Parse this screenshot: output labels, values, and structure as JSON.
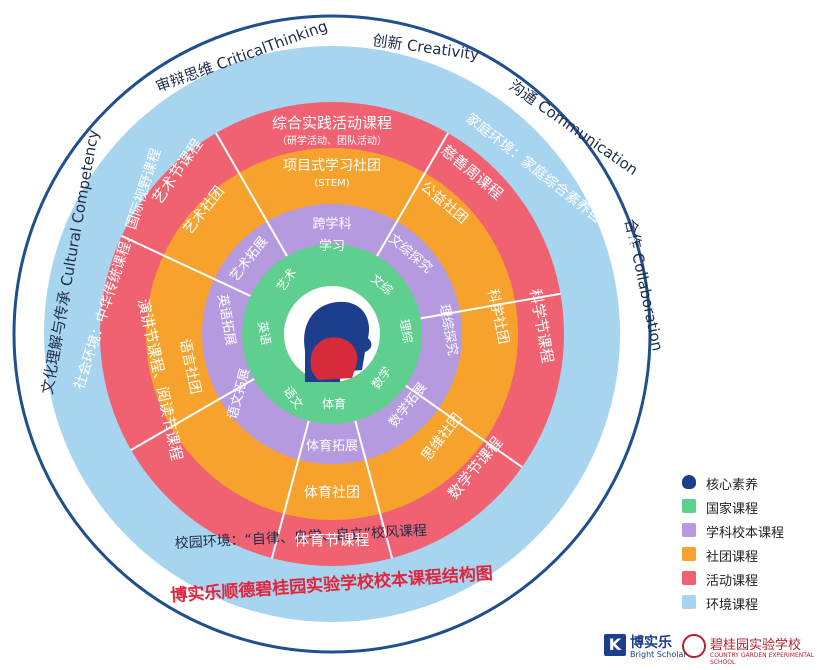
{
  "colors": {
    "outer_ring": "#ffffff",
    "env_ring": "#a7d4ef",
    "activity_ring": "#f06272",
    "club_ring": "#f7a22c",
    "school_ring": "#b59ae0",
    "national_ring": "#5fcf8f",
    "core": "#ffffff",
    "title_red": "#e2243c",
    "text_dark": "#1f2d4a"
  },
  "competencies": [
    "文化理解与传承 Cultural Competency",
    "审辩思维 CriticalThinking",
    "创新 Creativity",
    "沟通 Communication",
    "合作 Collaboration"
  ],
  "environment": {
    "family": "家庭环境：家庭综合素养自主课程",
    "society": "社会环境：中华传统课程、国际视野课程",
    "campus": "校园环境：“自律、自学、自立”校风课程"
  },
  "activity_courses": [
    "综合实践活动课程",
    "慈善周课程",
    "科学节课程",
    "数学节课程",
    "体育节课程",
    "演讲节课程、阅读节课程",
    "艺术节课程"
  ],
  "activity_note": "（研学活动、团队活动）",
  "club_courses": [
    "项目式学习社团",
    "公益社团",
    "科学社团",
    "思维社团",
    "体育社团",
    "语言社团",
    "艺术社团"
  ],
  "club_note": "(STEM)",
  "school_courses": [
    "跨学科",
    "学习",
    "文综探究",
    "理综探究",
    "数学拓展",
    "体育拓展",
    "语文拓展",
    "英语拓展",
    "艺术拓展"
  ],
  "national_courses": [
    "文综",
    "理综",
    "数学",
    "体育",
    "语文",
    "英语",
    "艺术"
  ],
  "title": "博实乐顺德碧桂园实验学校校本课程结构图",
  "legend": [
    {
      "label": "核心素养",
      "color": "#1c3e8c"
    },
    {
      "label": "国家课程",
      "color": "#5fcf8f"
    },
    {
      "label": "学科校本课程",
      "color": "#b59ae0"
    },
    {
      "label": "社团课程",
      "color": "#f7a22c"
    },
    {
      "label": "活动课程",
      "color": "#f06272"
    },
    {
      "label": "环境课程",
      "color": "#a7d4ef"
    }
  ],
  "logos": {
    "brand_mark": "K",
    "brand_cn": "博实乐",
    "brand_en": "Bright Scholar",
    "school_cn": "碧桂园实验学校",
    "school_en": "COUNTRY GARDEN EXPERIMENTAL SCHOOL"
  }
}
